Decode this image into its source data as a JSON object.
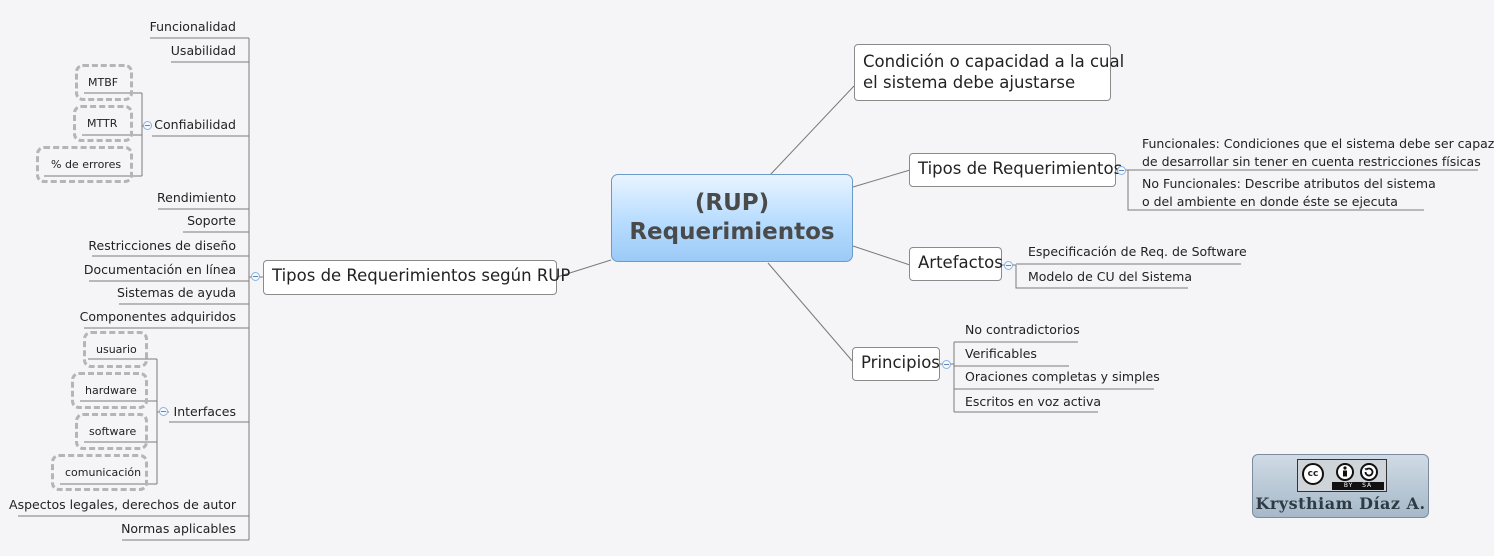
{
  "central": {
    "line1": "(RUP)",
    "line2": "Requerimientos"
  },
  "right": {
    "definition": {
      "line1": "Condición o capacidad a la cual",
      "line2": "el sistema debe ajustarse"
    },
    "tipos": {
      "label": "Tipos de Requerimientos",
      "funcionales": {
        "line1": "Funcionales: Condiciones que el sistema debe ser capaz",
        "line2": "de desarrollar sin tener en cuenta restricciones físicas"
      },
      "no_funcionales": {
        "line1": "No Funcionales: Describe atributos del sistema",
        "line2": "o del ambiente en donde éste se ejecuta"
      }
    },
    "artefactos": {
      "label": "Artefactos",
      "items": [
        "Especificación de Req. de Software",
        "Modelo de CU del Sistema"
      ]
    },
    "principios": {
      "label": "Principios",
      "items": [
        "No contradictorios",
        "Verificables",
        "Oraciones completas y simples",
        "Escritos en voz activa"
      ]
    }
  },
  "left": {
    "label": "Tipos de Requerimientos según RUP",
    "items": {
      "funcionalidad": "Funcionalidad",
      "usabilidad": "Usabilidad",
      "confiabilidad": "Confiabilidad",
      "rendimiento": "Rendimiento",
      "soporte": "Soporte",
      "restricciones": "Restricciones de diseño",
      "documentacion": "Documentación en línea",
      "ayuda": "Sistemas de ayuda",
      "componentes": "Componentes adquiridos",
      "interfaces": "Interfaces",
      "legales": "Aspectos legales, derechos de autor",
      "normas": "Normas aplicables"
    },
    "confiabilidad_children": [
      "MTBF",
      "MTTR",
      "% de errores"
    ],
    "interfaces_children": [
      "usuario",
      "hardware",
      "software",
      "comunicación"
    ]
  },
  "badge": {
    "cc": "cc",
    "by": "BY",
    "sa": "SA",
    "author": "Krysthiam Díaz A."
  }
}
